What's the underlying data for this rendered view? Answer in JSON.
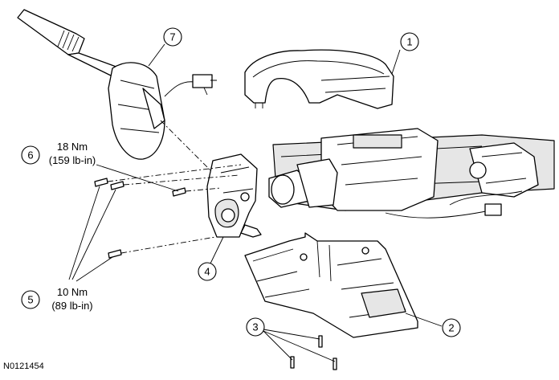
{
  "figure_id": "N0121454",
  "callouts": [
    "1",
    "2",
    "3",
    "4",
    "5",
    "6",
    "7"
  ],
  "torque_specs": {
    "upper": {
      "nm": "18 Nm",
      "lbin": "(159 lb-in)"
    },
    "lower": {
      "nm": "10 Nm",
      "lbin": "(89 lb-in)"
    }
  }
}
